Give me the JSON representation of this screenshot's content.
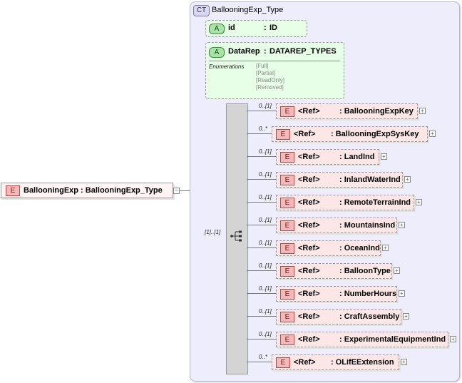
{
  "root": {
    "badge": "E",
    "label": "BallooningExp : BallooningExp_Type"
  },
  "complex_type": {
    "badge": "CT",
    "title": "BallooningExp_Type"
  },
  "attributes": [
    {
      "badge": "A",
      "name": "id",
      "sep": ":",
      "type": "ID"
    },
    {
      "badge": "A",
      "name": "DataRep",
      "sep": ":",
      "type": "DATAREP_TYPES",
      "enum_label": "Enumerations",
      "enum_values": [
        "[Full]",
        "[Partial]",
        "[ReadOnly]",
        "[Removed]"
      ]
    }
  ],
  "sequence": {
    "cardinality": "[1]..[1]"
  },
  "elements": [
    {
      "card": "0..[1]",
      "badge": "E",
      "ref": "<Ref>",
      "name": ": BallooningExpKey"
    },
    {
      "card": "0..*",
      "badge": "E",
      "ref": "<Ref>",
      "name": ": BallooningExpSysKey"
    },
    {
      "card": "0..[1]",
      "badge": "E",
      "ref": "<Ref>",
      "name": ": LandInd"
    },
    {
      "card": "0..[1]",
      "badge": "E",
      "ref": "<Ref>",
      "name": ": InlandWaterInd"
    },
    {
      "card": "0..[1]",
      "badge": "E",
      "ref": "<Ref>",
      "name": ": RemoteTerrainInd"
    },
    {
      "card": "0..[1]",
      "badge": "E",
      "ref": "<Ref>",
      "name": ": MountainsInd"
    },
    {
      "card": "0..[1]",
      "badge": "E",
      "ref": "<Ref>",
      "name": ": OceanInd"
    },
    {
      "card": "0..[1]",
      "badge": "E",
      "ref": "<Ref>",
      "name": ": BalloonType"
    },
    {
      "card": "0..[1]",
      "badge": "E",
      "ref": "<Ref>",
      "name": ": NumberHours"
    },
    {
      "card": "0..[1]",
      "badge": "E",
      "ref": "<Ref>",
      "name": ": CraftAssembly"
    },
    {
      "card": "0..[1]",
      "badge": "E",
      "ref": "<Ref>",
      "name": ": ExperimentalEquipmentInd"
    },
    {
      "card": "0..*",
      "badge": "E",
      "ref": "<Ref>",
      "name": ": OLifEExtension"
    }
  ]
}
